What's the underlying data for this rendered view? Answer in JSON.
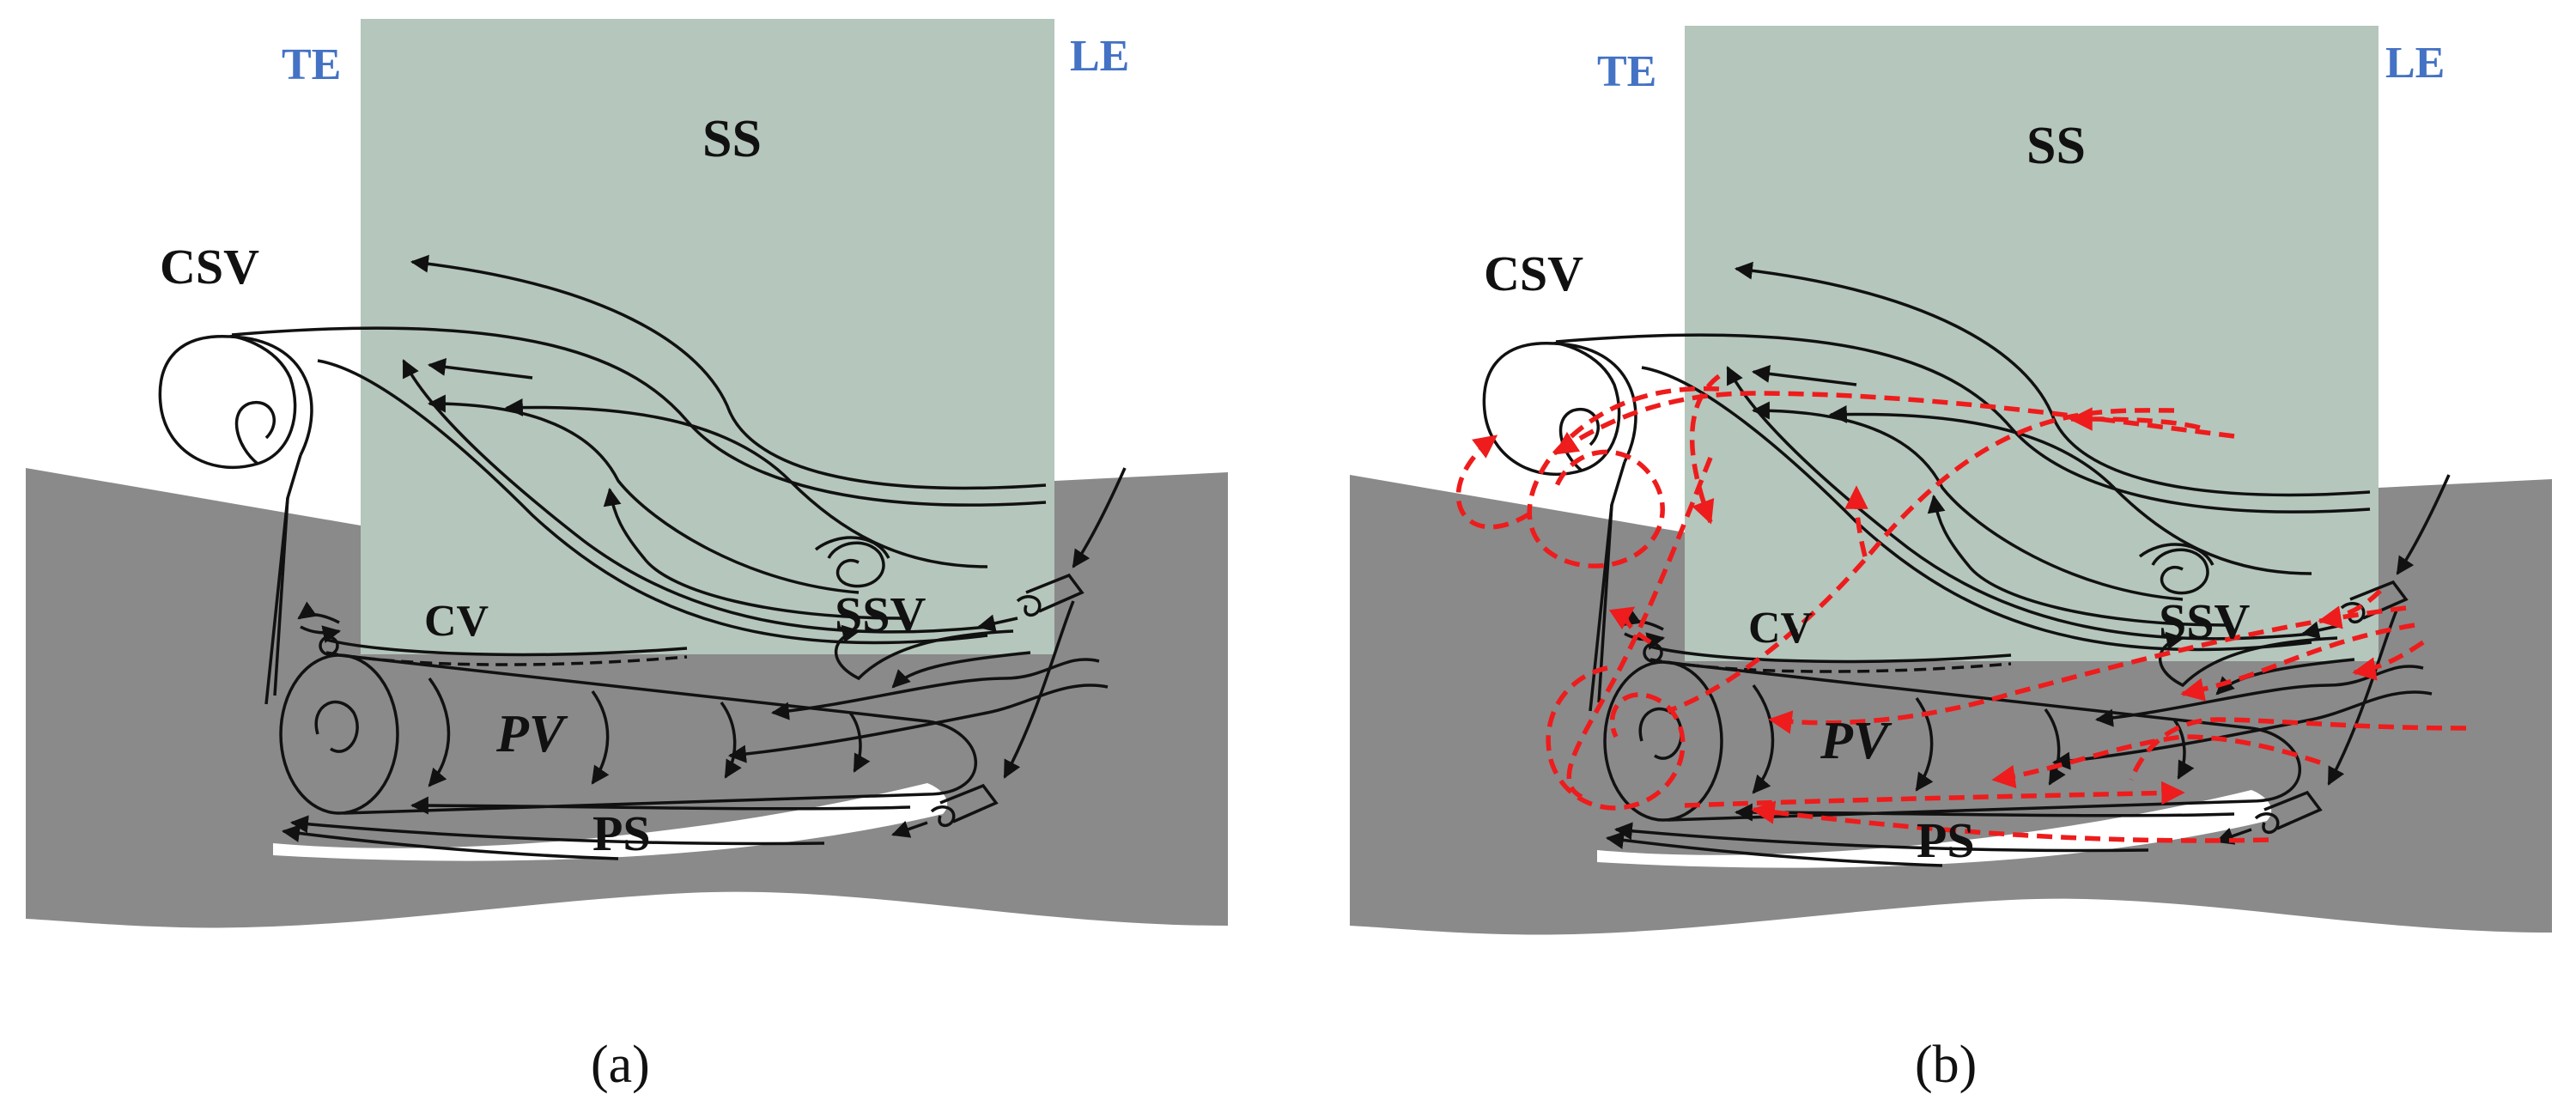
{
  "panels": [
    {
      "id": "a",
      "caption": "(a)",
      "labels": {
        "te": "TE",
        "le": "LE",
        "ss": "SS",
        "csv": "CSV",
        "cv": "CV",
        "ssv": "SSV",
        "pv": "PV",
        "ps": "PS"
      },
      "show_red_streamlines": false
    },
    {
      "id": "b",
      "caption": "(b)",
      "labels": {
        "te": "TE",
        "le": "LE",
        "ss": "SS",
        "csv": "CSV",
        "cv": "CV",
        "ssv": "SSV",
        "pv": "PV",
        "ps": "PS"
      },
      "show_red_streamlines": true
    }
  ],
  "colors": {
    "blade": "#b5c6bc",
    "endwall": "#8a8a8a",
    "line": "#111111",
    "label_blue": "#4472c4",
    "red_streamline": "#ee1c1c",
    "pressure_side_highlight": "#ffffff"
  }
}
